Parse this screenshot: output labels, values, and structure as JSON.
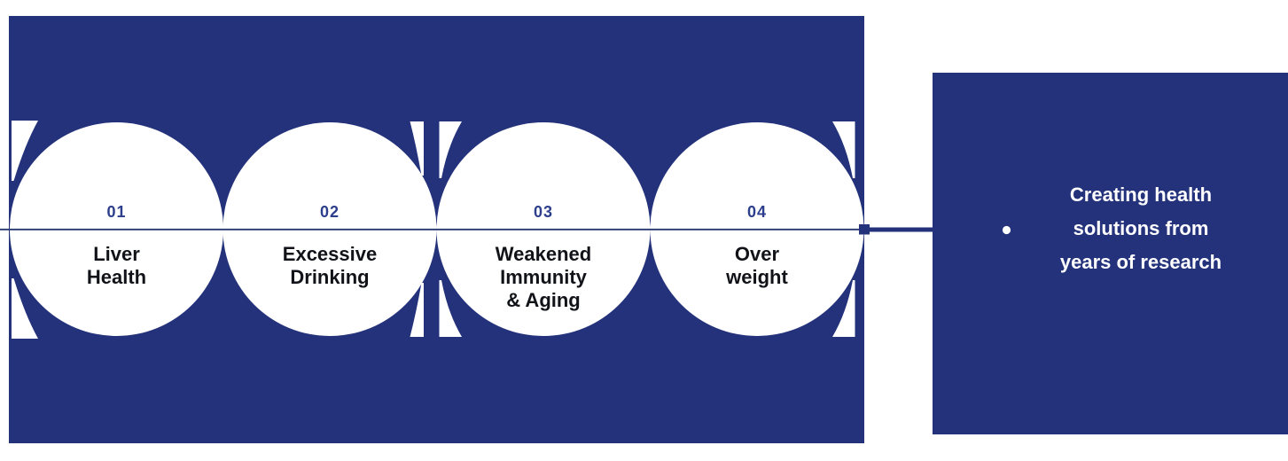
{
  "palette": {
    "panel_blue": "#23327b",
    "accent_number_blue": "#2c3e8c",
    "timeline_line_blue": "#2b3b74",
    "label_dark": "#111318",
    "white": "#ffffff"
  },
  "steps": [
    {
      "number": "01",
      "label": "Liver\nHealth"
    },
    {
      "number": "02",
      "label": "Excessive\nDrinking"
    },
    {
      "number": "03",
      "label": "Weakened\nImmunity\n& Aging"
    },
    {
      "number": "04",
      "label": "Over\nweight"
    }
  ],
  "callout": {
    "text": "Creating health\nsolutions from\nyears of research"
  }
}
